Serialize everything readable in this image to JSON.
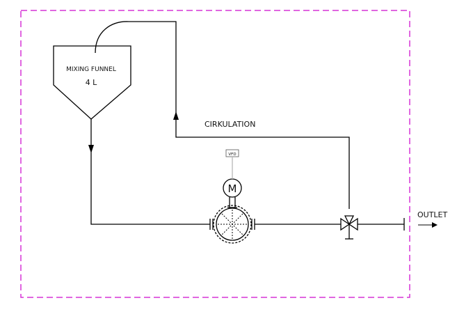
{
  "diagram": {
    "funnel": {
      "name": "MIXING FUNNEL",
      "volume": "4 L"
    },
    "circulation_label": "CIRKULATION",
    "vfd_label": "VFD",
    "motor_label": "M",
    "outlet_label": "OUTLET",
    "colors": {
      "boundary": "#d633d6",
      "line": "#000000",
      "signal": "#b0b0b0"
    }
  }
}
